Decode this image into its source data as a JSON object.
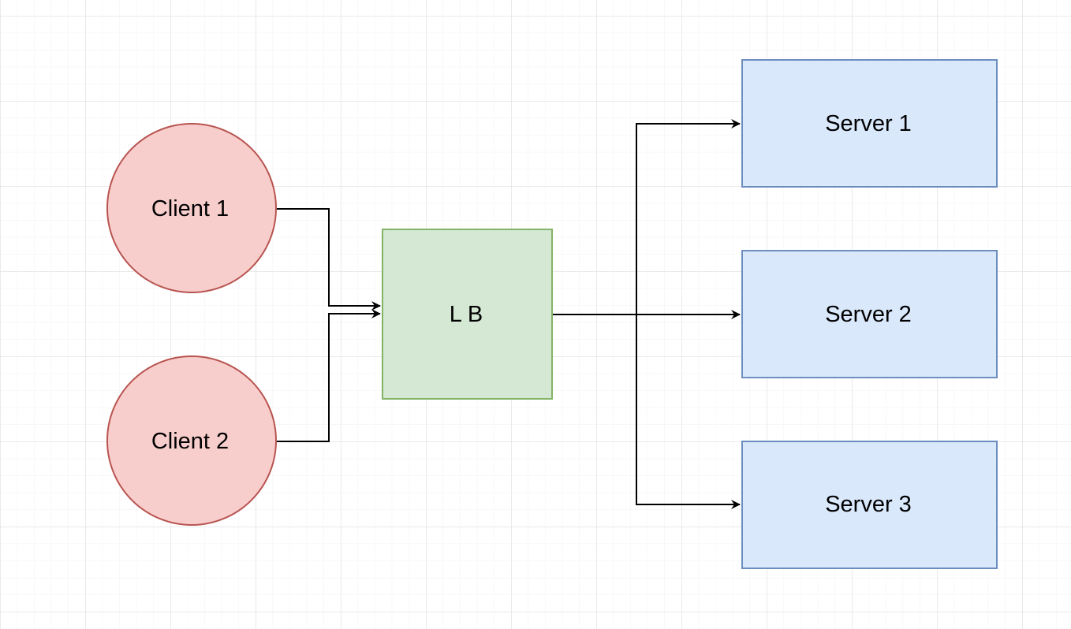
{
  "colors": {
    "background": "#ffffff",
    "grid_minor": "#f2f2f2",
    "grid_major": "#e3e3e3",
    "client_fill": "#f8cecc",
    "client_stroke": "#b85450",
    "lb_fill": "#d5e8d4",
    "lb_stroke": "#82b366",
    "server_fill": "#dae8fc",
    "server_stroke": "#6c8ebf",
    "edge": "#000000"
  },
  "nodes": {
    "client1": {
      "label": "Client 1",
      "shape": "circle"
    },
    "client2": {
      "label": "Client 2",
      "shape": "circle"
    },
    "lb": {
      "label": "L B",
      "shape": "rectangle"
    },
    "server1": {
      "label": "Server 1",
      "shape": "rectangle"
    },
    "server2": {
      "label": "Server 2",
      "shape": "rectangle"
    },
    "server3": {
      "label": "Server 3",
      "shape": "rectangle"
    }
  },
  "edges": [
    {
      "from": "client1",
      "to": "lb",
      "arrow": "end"
    },
    {
      "from": "client2",
      "to": "lb",
      "arrow": "end"
    },
    {
      "from": "lb",
      "to": "server1",
      "arrow": "end"
    },
    {
      "from": "lb",
      "to": "server2",
      "arrow": "end"
    },
    {
      "from": "lb",
      "to": "server3",
      "arrow": "end"
    }
  ]
}
